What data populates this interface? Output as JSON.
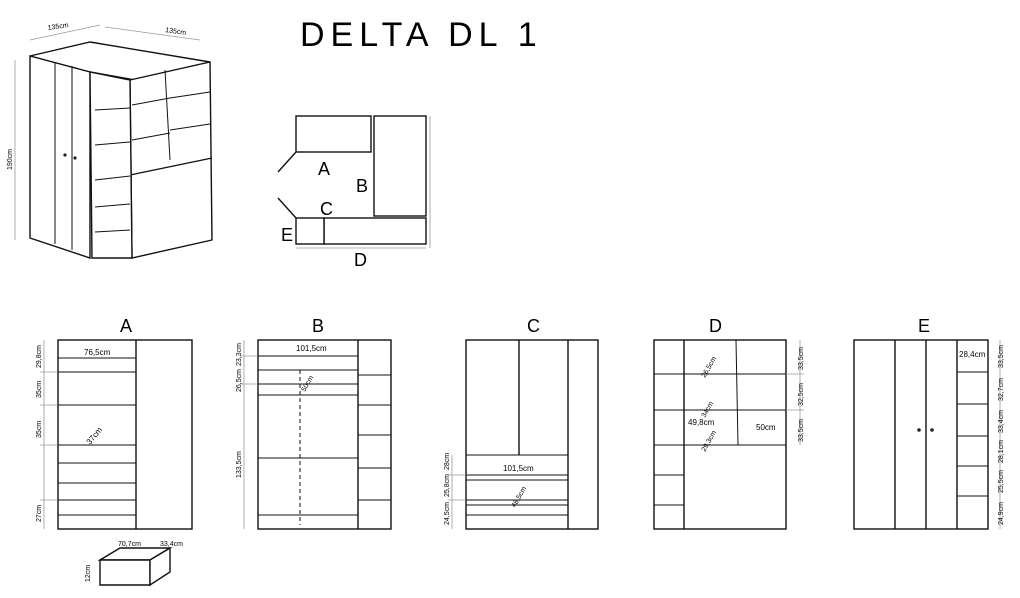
{
  "title": "DELTA DL 1",
  "iso": {
    "width": "135cm",
    "depth": "135cm",
    "height": "190cm"
  },
  "plan_labels": [
    "A",
    "B",
    "C",
    "D",
    "E"
  ],
  "views": {
    "A": {
      "label": "A",
      "dims": [
        "29,8cm",
        "35cm",
        "35cm",
        "27cm",
        "76,5cm",
        "37cm"
      ]
    },
    "B": {
      "label": "B",
      "dims": [
        "23,3cm",
        "26,5cm",
        "133,5cm",
        "101,5cm",
        "50cm"
      ]
    },
    "C": {
      "label": "C",
      "dims": [
        "28cm",
        "25,8cm",
        "24,5cm",
        "101,5cm",
        "48,5cm"
      ]
    },
    "D": {
      "label": "D",
      "dims": [
        "33,5cm",
        "32,5cm",
        "33,5cm",
        "26,5cm",
        "34cm",
        "49,8cm",
        "50cm",
        "29,3cm"
      ]
    },
    "E": {
      "label": "E",
      "dims": [
        "33,5cm",
        "32,7cm",
        "33,4cm",
        "28,1cm",
        "25,5cm",
        "24,9cm",
        "28,4cm"
      ]
    }
  },
  "drawer": {
    "width": "70,7cm",
    "depth": "33,4cm",
    "height": "12cm"
  }
}
